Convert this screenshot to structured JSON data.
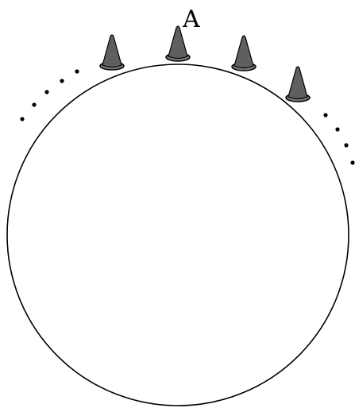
{
  "labels": {
    "point_a": "A"
  },
  "colors": {
    "circle_stroke": "#000000",
    "cone_fill": "#5f5f5f",
    "cone_base_fill": "#777777",
    "cone_stroke": "#000000",
    "dot_fill": "#000000",
    "background": "#ffffff"
  },
  "icons": {
    "cone": "cone-icon",
    "dot": "ellipsis-dot"
  },
  "counts": {
    "visible_cones": 4,
    "left_continuation_dots": 5,
    "right_continuation_dots": 4
  }
}
